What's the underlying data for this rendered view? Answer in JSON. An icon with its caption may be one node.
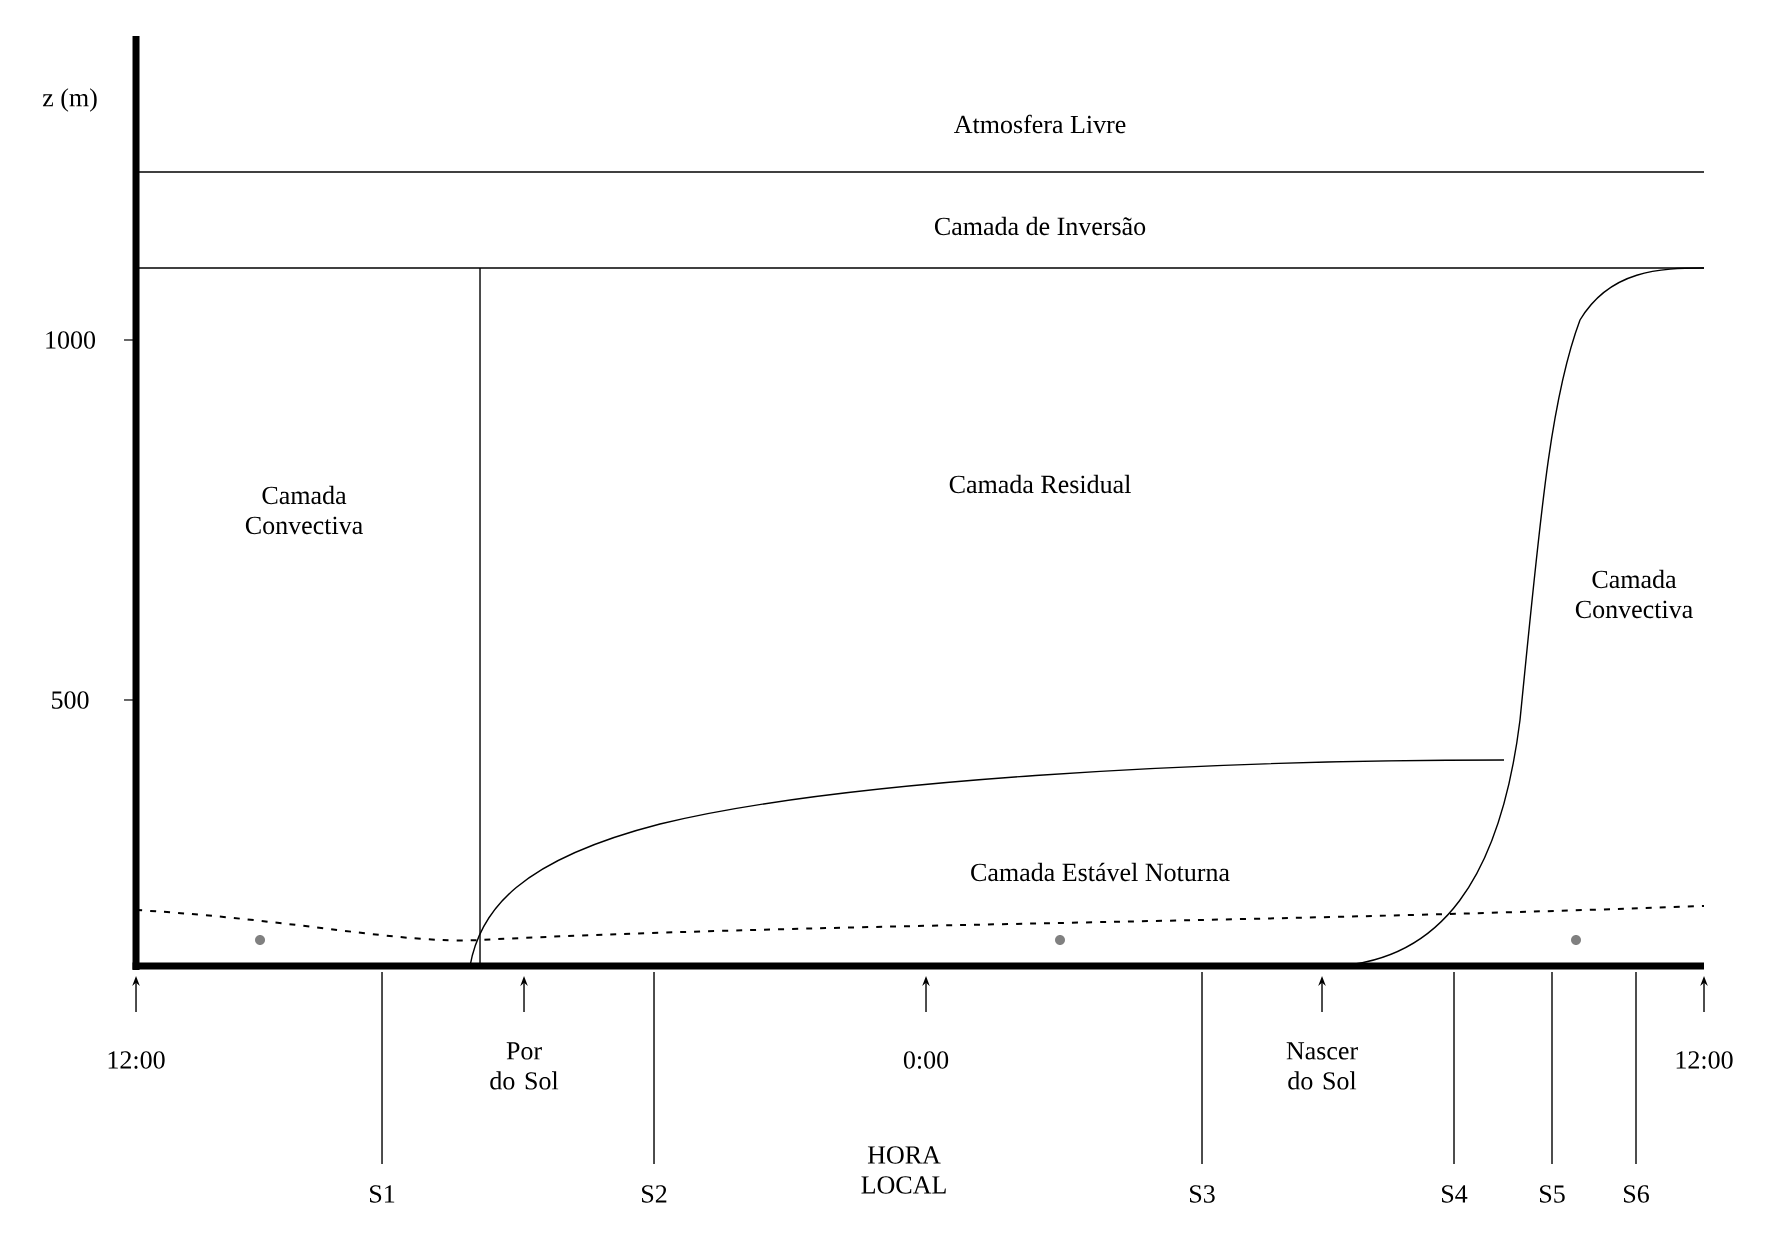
{
  "diagram": {
    "labels": [
      "z (m)",
      "Atmosfera Livre",
      "Camada de Inversão",
      "1000",
      "Camada Convectiva",
      "Camada Residual",
      "500",
      "Camada Convectiva",
      "Camada Estável Noturna",
      "12:00",
      "Por do Sol",
      "0:00",
      "Nascer do Sol",
      "12:00",
      "S1",
      "S2",
      "HORA LOCAL",
      "S3",
      "S4",
      "S5",
      "S6"
    ]
  }
}
